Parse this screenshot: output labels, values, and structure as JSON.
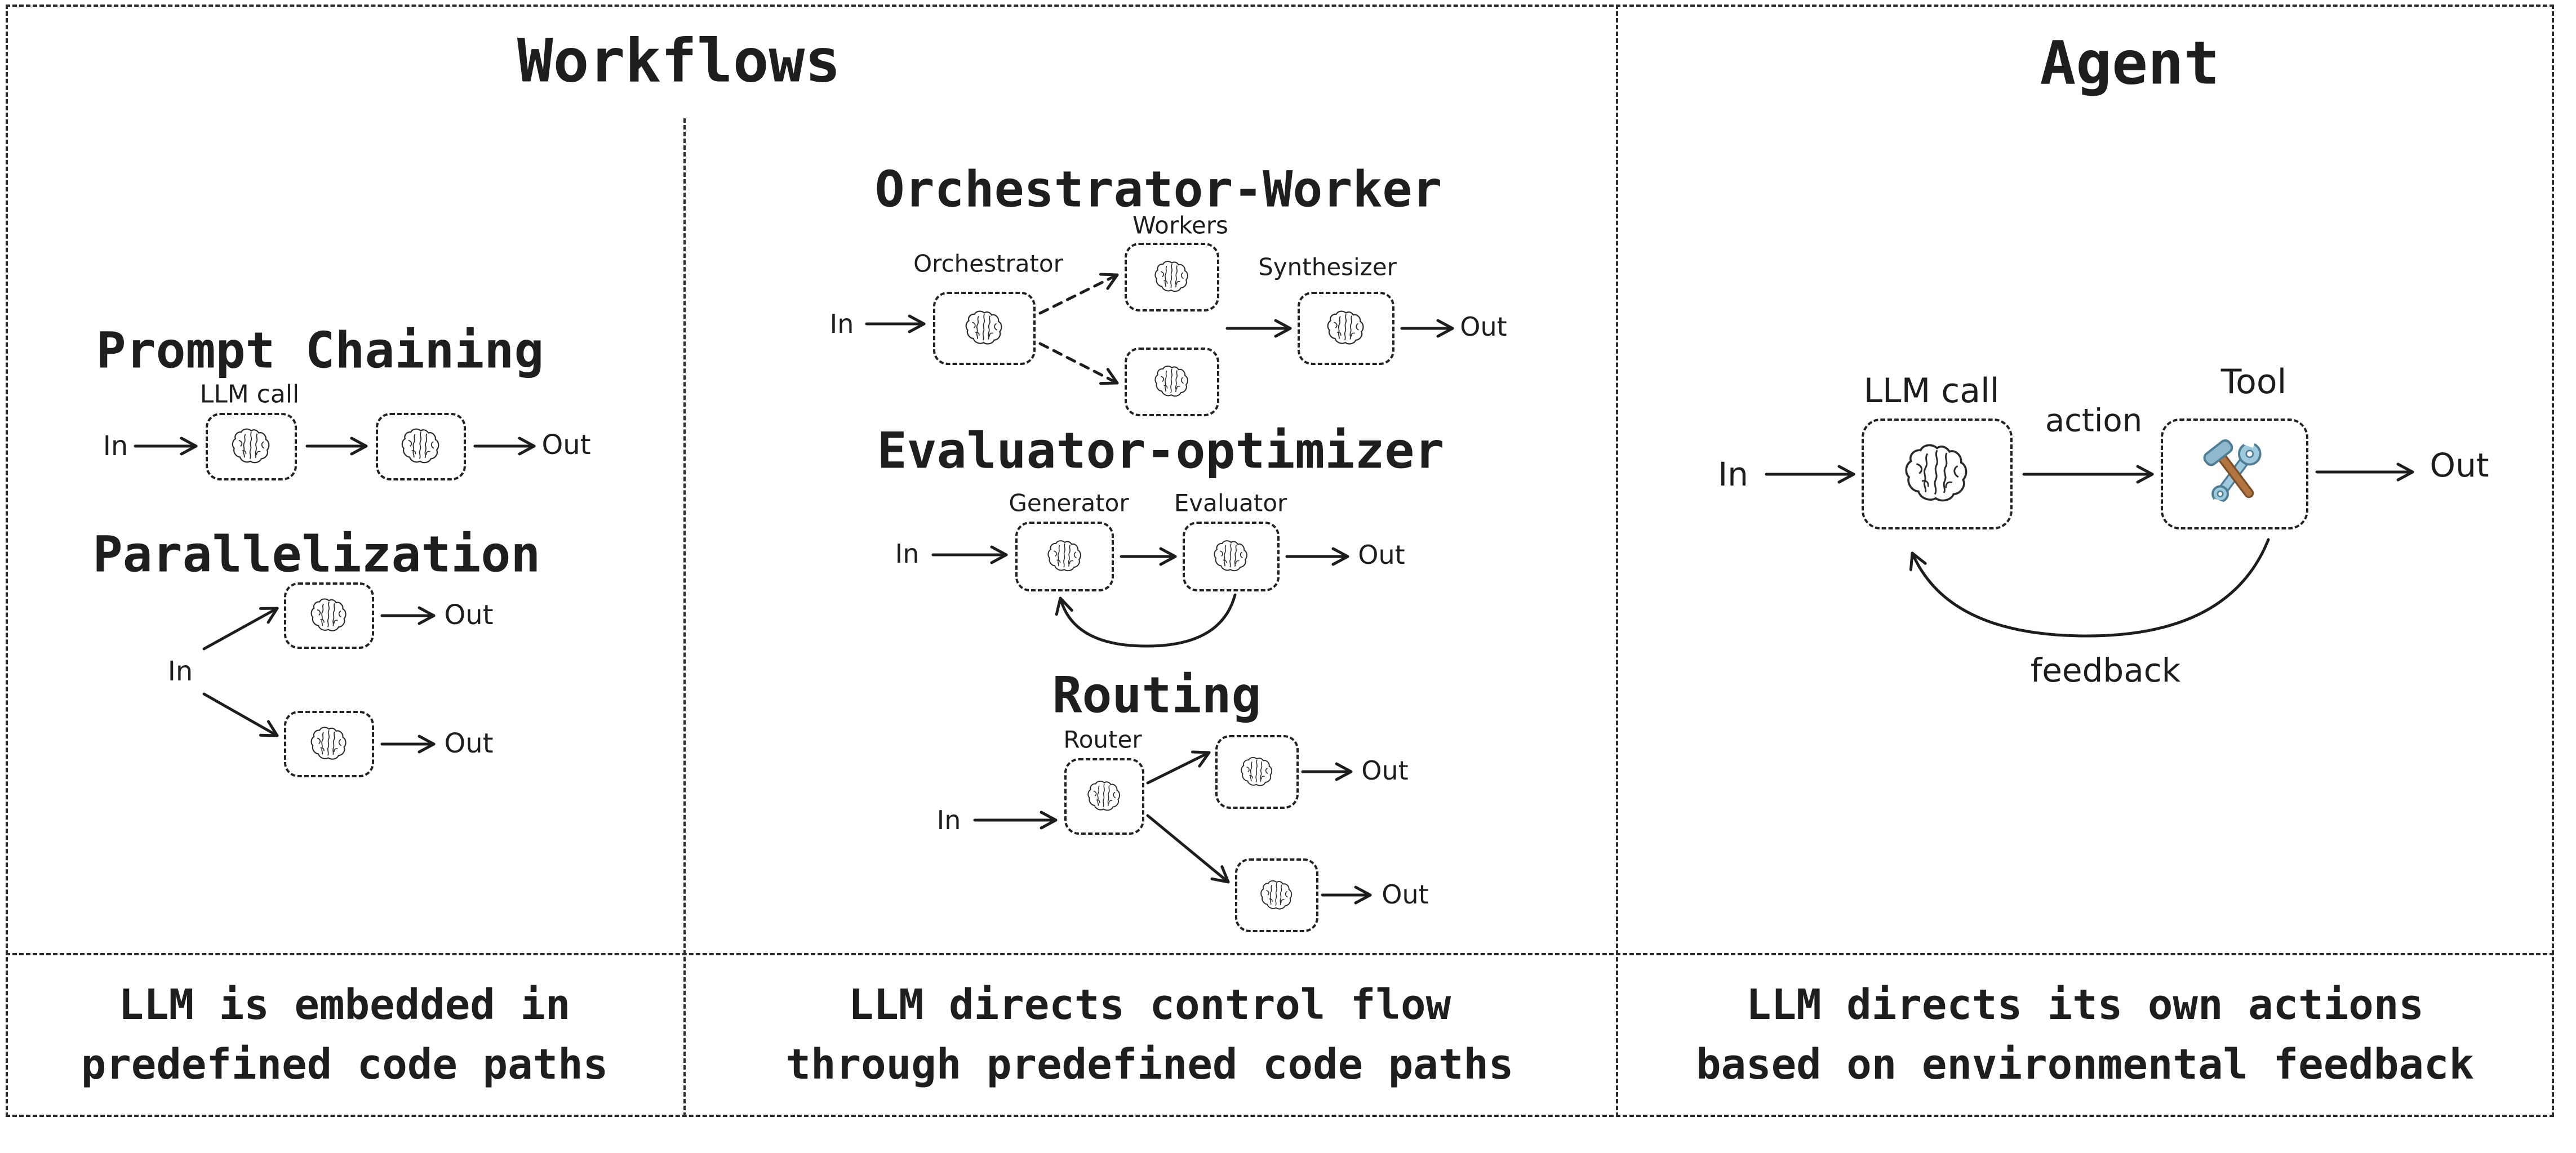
{
  "diagram": {
    "workflows": {
      "title": "Workflows",
      "prompt_chaining": {
        "heading": "Prompt Chaining",
        "llm_call_label": "LLM call",
        "in_label": "In",
        "out_label": "Out"
      },
      "parallelization": {
        "heading": "Parallelization",
        "in_label": "In",
        "out_top_label": "Out",
        "out_bottom_label": "Out"
      },
      "orchestrator_worker": {
        "heading": "Orchestrator-Worker",
        "workers_label": "Workers",
        "orchestrator_label": "Orchestrator",
        "synthesizer_label": "Synthesizer",
        "in_label": "In",
        "out_label": "Out"
      },
      "evaluator_optimizer": {
        "heading": "Evaluator-optimizer",
        "generator_label": "Generator",
        "evaluator_label": "Evaluator",
        "in_label": "In",
        "out_label": "Out"
      },
      "routing": {
        "heading": "Routing",
        "router_label": "Router",
        "in_label": "In",
        "out_top_label": "Out",
        "out_bottom_label": "Out"
      },
      "captions": {
        "left": {
          "line1": "LLM is embedded in",
          "line2": "predefined code paths"
        },
        "middle": {
          "line1": "LLM directs control flow",
          "line2": "through predefined code paths"
        }
      }
    },
    "agent": {
      "title": "Agent",
      "llm_call_label": "LLM call",
      "action_label": "action",
      "tool_label": "Tool",
      "in_label": "In",
      "out_label": "Out",
      "feedback_label": "feedback",
      "caption": {
        "line1": "LLM directs its own actions",
        "line2": "based on environmental feedback"
      }
    },
    "icons": {
      "brain": "brain-icon",
      "tool": "hammer-wrench-icon"
    },
    "colors": {
      "ink": "#1e1e1e",
      "border": "#2a2a2a",
      "wrench_blue": "#9fcade",
      "wrench_outline": "#4f7d96",
      "hammer_brown": "#b07540",
      "hammer_outline": "#7d4e27"
    }
  }
}
